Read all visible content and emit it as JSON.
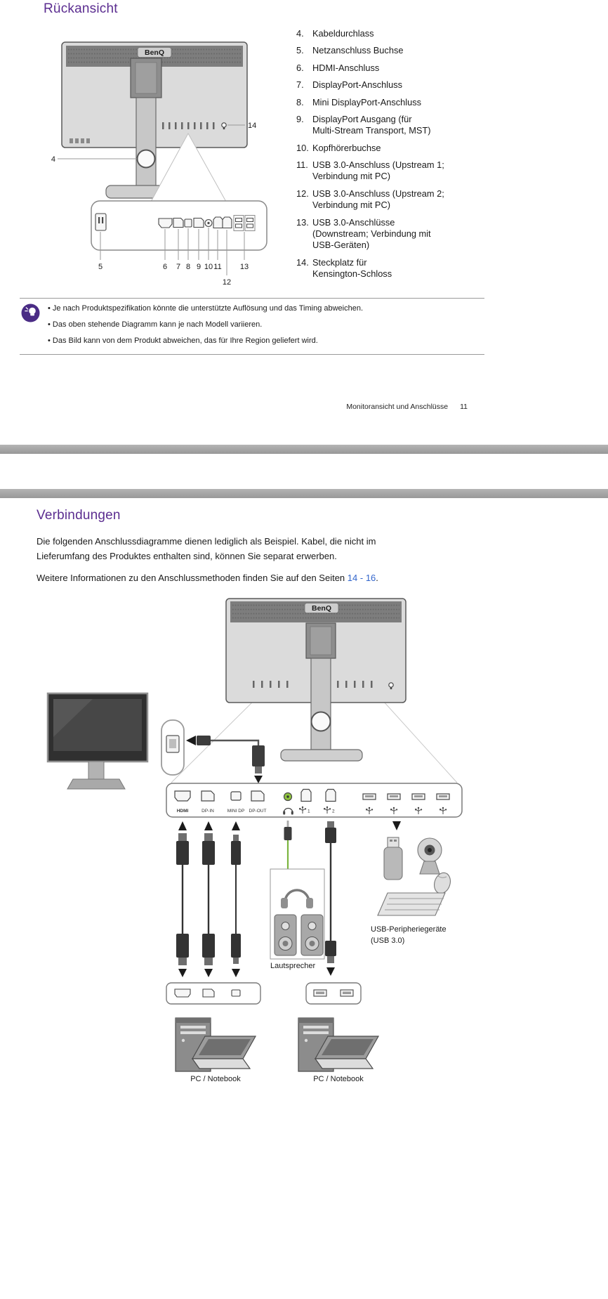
{
  "colors": {
    "heading_purple": "#5b2d90",
    "link_blue": "#3366cc",
    "audio_green": "#7cb53f"
  },
  "icons": {
    "note_icon": "lightbulb"
  },
  "page1": {
    "title": "Rückansicht",
    "brand": "BenQ",
    "callouts": [
      "4",
      "5",
      "6",
      "7",
      "8",
      "9",
      "10",
      "11",
      "12",
      "13",
      "14"
    ],
    "list": [
      {
        "num": "4.",
        "text": "Kabeldurchlass"
      },
      {
        "num": "5.",
        "text": "Netzanschluss Buchse"
      },
      {
        "num": "6.",
        "text": "HDMI-Anschluss"
      },
      {
        "num": "7.",
        "text": "DisplayPort-Anschluss"
      },
      {
        "num": "8.",
        "text": "Mini DisplayPort-Anschluss"
      },
      {
        "num": "9.",
        "text": "DisplayPort Ausgang (für\nMulti-Stream Transport, MST)"
      },
      {
        "num": "10.",
        "text": "Kopfhörerbuchse"
      },
      {
        "num": "11.",
        "text": "USB 3.0-Anschluss (Upstream 1;\nVerbindung mit PC)"
      },
      {
        "num": "12.",
        "text": "USB 3.0-Anschluss (Upstream 2;\nVerbindung mit PC)"
      },
      {
        "num": "13.",
        "text": "USB 3.0-Anschlüsse\n(Downstream; Verbindung mit\nUSB-Geräten)"
      },
      {
        "num": "14.",
        "text": "Steckplatz für\nKensington-Schloss"
      }
    ],
    "notes": [
      "Je nach Produktspezifikation könnte die unterstützte Auflösung und das Timing abweichen.",
      "Das oben stehende Diagramm kann je nach Modell variieren.",
      "Das Bild kann von dem Produkt abweichen, das für Ihre Region geliefert wird."
    ],
    "footer_text": "Monitoransicht und Anschlüsse",
    "footer_page": "11"
  },
  "page2": {
    "title": "Verbindungen",
    "brand": "BenQ",
    "para1": "Die folgenden Anschlussdiagramme dienen lediglich als Beispiel. Kabel, die nicht im\nLieferumfang des Produktes enthalten sind, können Sie separat erwerben.",
    "para2_prefix": "Weitere Informationen zu den Anschlussmethoden finden Sie auf den Seiten ",
    "page_link_1": "14",
    "page_link_sep": " - ",
    "page_link_2": "16",
    "para2_suffix": ".",
    "port_labels": {
      "hdmi": "HDMI",
      "dp_in": "DP-IN",
      "mini_dp": "MINI DP",
      "dp_out": "DP-OUT",
      "usb1": "1",
      "usb2": "2"
    },
    "captions": {
      "speakers": "Lautsprecher",
      "usb_line1": "USB-Peripheriegeräte",
      "usb_line2": "(USB 3.0)",
      "pc1": "PC / Notebook",
      "pc2": "PC / Notebook"
    }
  }
}
